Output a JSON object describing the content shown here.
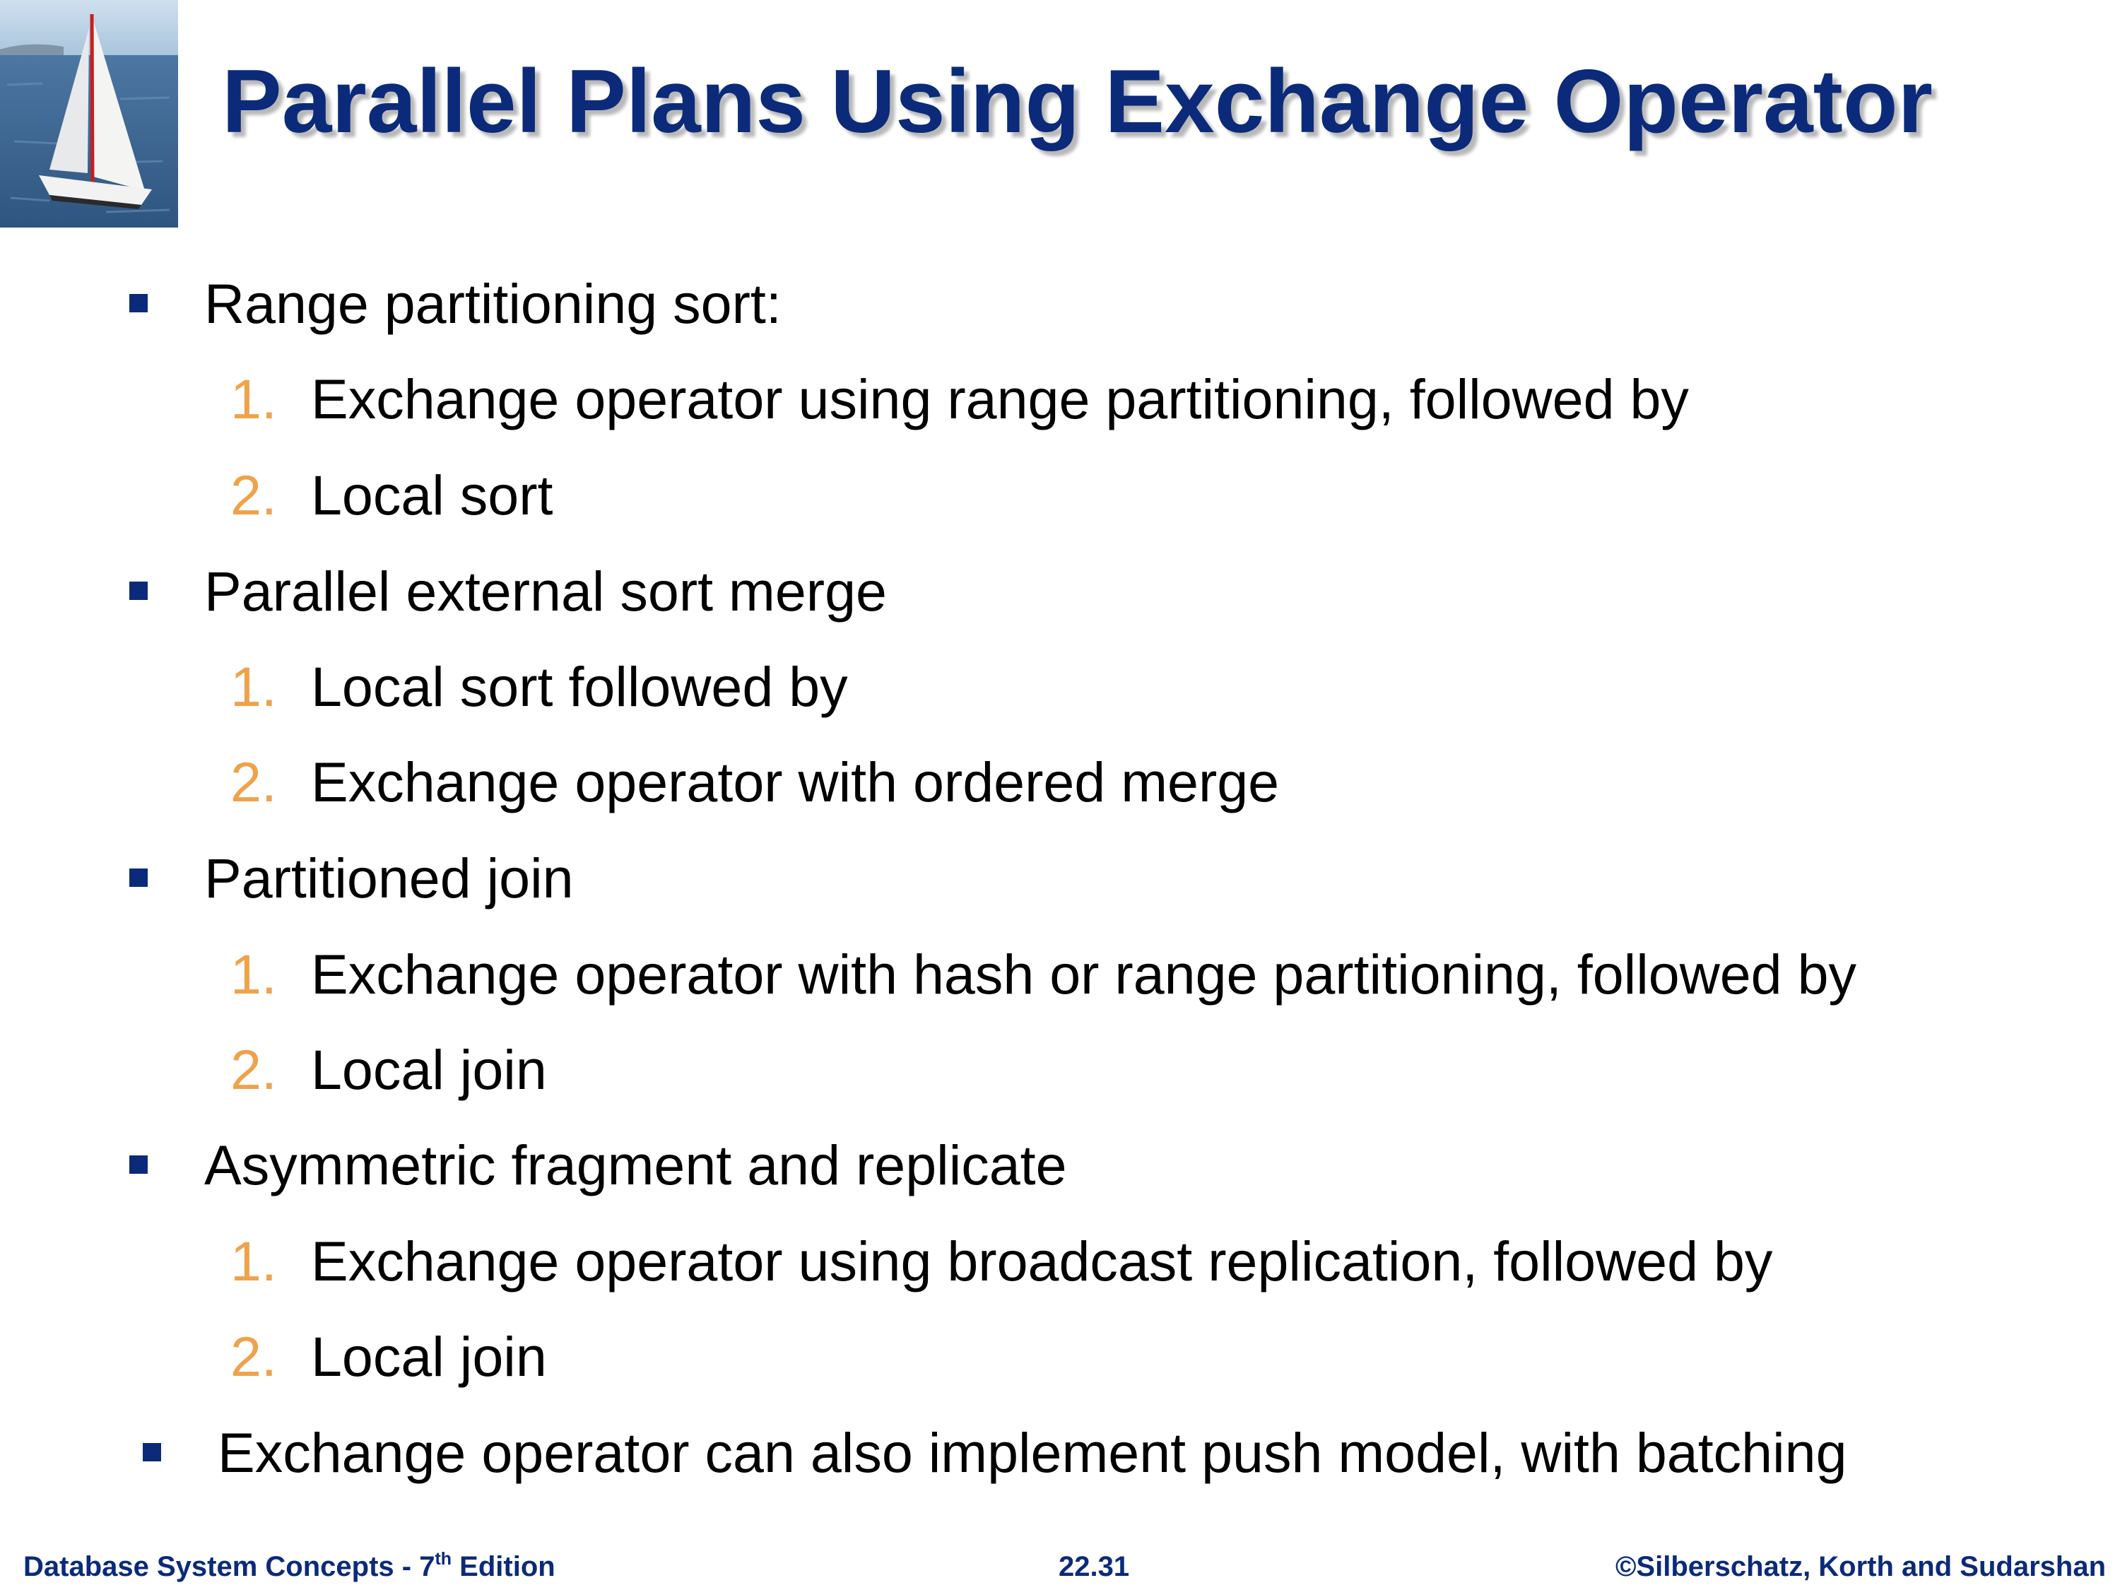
{
  "slide": {
    "title": "Parallel Plans Using Exchange Operator",
    "items": [
      {
        "text": "Range partitioning sort:",
        "sub": [
          {
            "num": "1.",
            "text": "Exchange operator using range partitioning, followed by"
          },
          {
            "num": "2.",
            "text": "Local sort"
          }
        ]
      },
      {
        "text": "Parallel external sort merge",
        "sub": [
          {
            "num": "1.",
            "text": "Local sort followed by"
          },
          {
            "num": "2.",
            "text": "Exchange operator with ordered merge"
          }
        ]
      },
      {
        "text": "Partitioned join",
        "sub": [
          {
            "num": "1.",
            "text": "Exchange operator with hash or range partitioning, followed by"
          },
          {
            "num": "2.",
            "text": "Local join"
          }
        ]
      },
      {
        "text": "Asymmetric fragment and replicate",
        "sub": [
          {
            "num": "1.",
            "text": "Exchange operator using broadcast replication, followed by"
          },
          {
            "num": "2.",
            "text": "Local join"
          }
        ]
      },
      {
        "text": "Exchange operator can also implement push model, with batching",
        "sub": []
      }
    ]
  },
  "footer": {
    "left_prefix": "Database System Concepts - 7",
    "left_sup": "th",
    "left_suffix": " Edition",
    "page": "22.31",
    "right": "©Silberschatz, Korth and Sudarshan"
  },
  "colors": {
    "title": "#0b2a7a",
    "bullet": "#0b2a7a",
    "number": "#f0a24a",
    "footer": "#0b2a7a"
  }
}
